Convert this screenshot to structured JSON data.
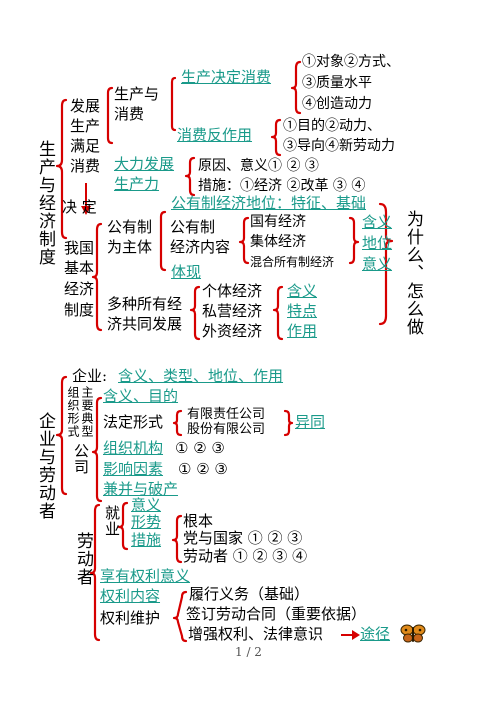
{
  "part1": {
    "title": "生产与经济制度",
    "fazhan": [
      "发展",
      "生产",
      "满足",
      "消费"
    ],
    "shengchan_xiaofei": [
      "生产与",
      "消费"
    ],
    "shengchan_jueding": "生产决定消费",
    "jueding_items": [
      "①对象②方式、",
      "③质量水平",
      "④创造动力"
    ],
    "xiaofei_fanzuoyong": "消费反作用",
    "fanzuoyong_items": [
      "①目的②动力、",
      "③导向④新劳动力"
    ],
    "dali": [
      "大力发展",
      "生产力"
    ],
    "yuanyin": "原因、意义① ② ③",
    "cuoshi": "措施：①经济 ②改革 ③ ④",
    "jueding": "决 定",
    "jiben": [
      "我国",
      "基本",
      "经济",
      "制度"
    ],
    "gongyouzhi_diwei": "公有制经济地位：特征、基础",
    "gongyouzhi": [
      "公有制",
      "为主体"
    ],
    "gongyou_neirong": [
      "公有制",
      "经济内容"
    ],
    "guoyou": [
      "国有经济",
      "集体经济",
      "混合所有制经济"
    ],
    "hanyi_diwei": [
      "含义",
      "地位",
      "意义"
    ],
    "tixian": "体现",
    "duozhong": [
      "多种所有经",
      "济共同发展"
    ],
    "geti": [
      "个体经济",
      "私营经济",
      "外资经济"
    ],
    "hanyi_tedian": [
      "含义",
      "特点",
      "作用"
    ],
    "weishenme": "为什么、怎么做"
  },
  "part2": {
    "title": "企业与劳动者",
    "qiye_label": "企业:",
    "qiye_items": "含义、类型、地位、作用",
    "zuzhi": "组织形式",
    "zhuyao": "主要典型",
    "gongsi": "公司",
    "hanyi_mudi": "含义、目的",
    "fading": "法定形式",
    "youxian": [
      "有限责任公司",
      "股份有限公司"
    ],
    "yitong": "异同",
    "zuzhi_jigou": "组织机构",
    "zuzhi_nums": "① ② ③",
    "yingxiang": "影响因素",
    "yingxiang_nums": "① ② ③",
    "jianbing": "兼并与破产",
    "laodongzhe": "劳动者",
    "jiuye": "就业",
    "jiuye_items": [
      "意义",
      "形势",
      "措施"
    ],
    "genben": "根本",
    "dang": "党与国家 ① ② ③",
    "laodongzhe_nums": "劳动者 ① ② ③ ④",
    "xiangyou": "享有权利意义",
    "quanli_neirong": "权利内容",
    "quanli_weihu": "权利维护",
    "weihu_items": [
      "履行义务（基础）",
      "签订劳动合同（重要依据）",
      "增强权利、法律意识"
    ],
    "tujing": "途径"
  },
  "footer": {
    "page": "1 / 2"
  }
}
